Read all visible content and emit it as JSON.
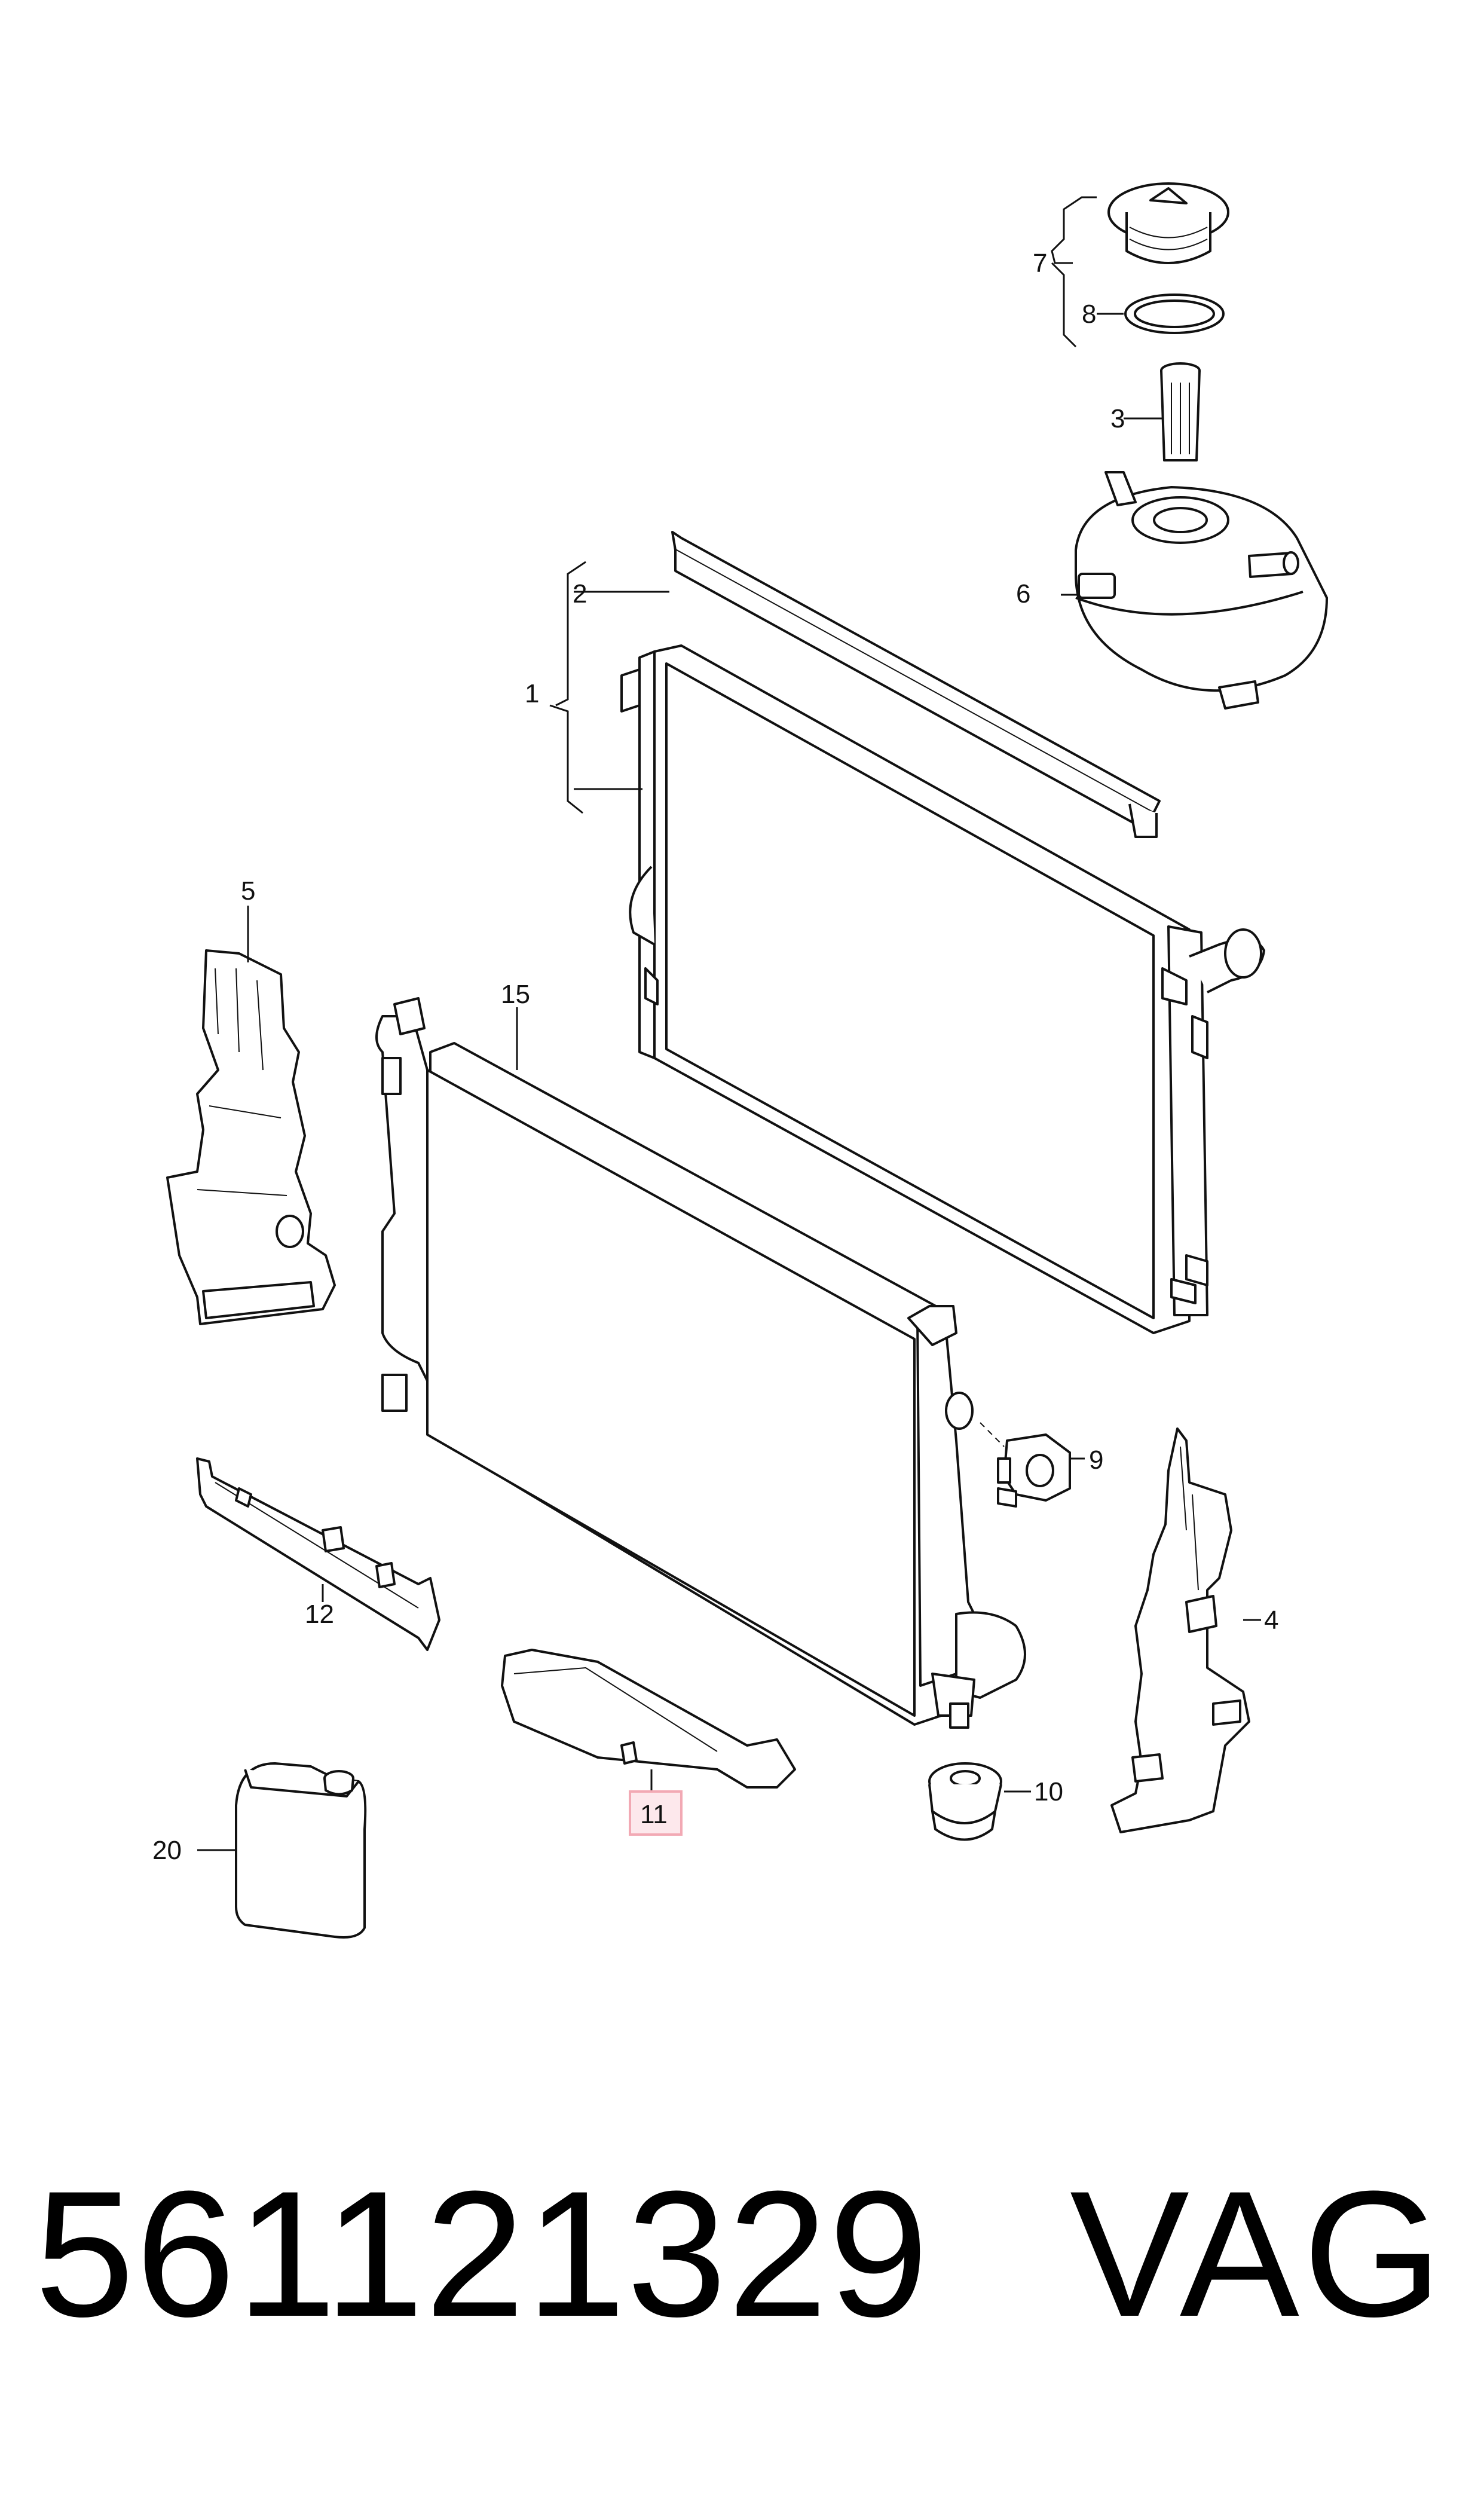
{
  "diagram": {
    "callouts": {
      "c1": "1",
      "c2": "2",
      "c3": "3",
      "c4": "4",
      "c5": "5",
      "c6": "6",
      "c7": "7",
      "c8": "8",
      "c9": "9",
      "c10": "10",
      "c11": "11",
      "c12": "12",
      "c15": "15",
      "c20": "20"
    },
    "highlighted_callout": "11",
    "highlight_color": "#f2a9b4",
    "highlight_fill": "#fde8ec"
  },
  "footer": {
    "part_number": "561121329",
    "brand": "VAG"
  }
}
